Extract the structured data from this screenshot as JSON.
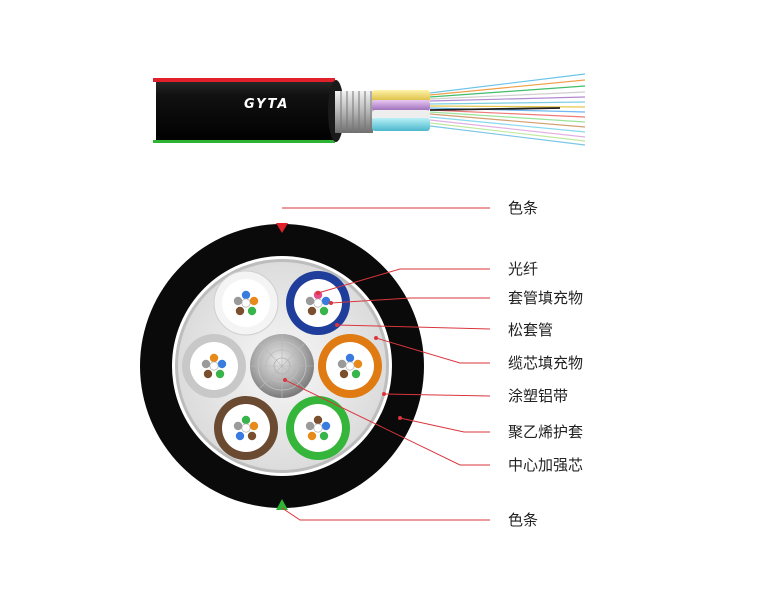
{
  "cable_type": "GYTA",
  "labels": {
    "color_stripe_top": "色条",
    "fiber": "光纤",
    "tube_filling": "套管填充物",
    "loose_tube": "松套管",
    "cable_filling": "缆芯填充物",
    "aluminum_tape": "涂塑铝带",
    "pe_sheath": "聚乙烯护套",
    "strength_member": "中心加强芯",
    "color_stripe_bottom": "色条"
  },
  "colors": {
    "leader_line": "#d9363e",
    "sheath": "#0a0a0a",
    "stripe_red": "#e0202a",
    "stripe_green": "#2fb335",
    "tube_blue": "#1f3d9a",
    "tube_orange": "#e07a12",
    "tube_green": "#35b53a",
    "tube_brown": "#6b4a32",
    "tube_gray": "#c8c8c8",
    "tube_white": "#f4f4f4"
  },
  "loose_tubes": [
    {
      "name": "white-tube",
      "color": "#f4f4f4"
    },
    {
      "name": "blue-tube",
      "color": "#1f3d9a"
    },
    {
      "name": "orange-tube",
      "color": "#e07a12"
    },
    {
      "name": "green-tube",
      "color": "#35b53a"
    },
    {
      "name": "brown-tube",
      "color": "#6b4a32"
    },
    {
      "name": "gray-tube",
      "color": "#c8c8c8"
    }
  ],
  "fiber_colors": [
    "#3a7be0",
    "#e88a1a",
    "#39b44a",
    "#7a4f2e",
    "#9a9a9a",
    "#ffffff"
  ]
}
